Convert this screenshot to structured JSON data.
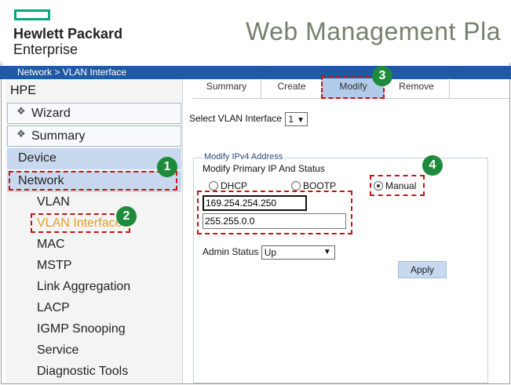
{
  "header": {
    "logo_line1": "Hewlett Packard",
    "logo_line2": "Enterprise",
    "app_title": "Web Management Pla"
  },
  "breadcrumb": "Network > VLAN Interface",
  "sidebar": {
    "root": "HPE",
    "wizard": "Wizard",
    "summary": "Summary",
    "device": "Device",
    "network": "Network",
    "items": [
      "VLAN",
      "VLAN Interface",
      "MAC",
      "MSTP",
      "Link Aggregation",
      "LACP",
      "IGMP Snooping",
      "Service",
      "Diagnostic Tools"
    ]
  },
  "tabs": [
    "Summary",
    "Create",
    "Modify",
    "Remove"
  ],
  "form": {
    "select_label": "Select VLAN Interface",
    "select_value": "1",
    "legend": "Modify IPv4 Address",
    "subtitle": "Modify Primary IP And Status",
    "radio_dhcp": "DHCP",
    "radio_bootp": "BOOTP",
    "radio_manual": "Manual",
    "ip_value": "169.254.254.250",
    "mask_value": "255.255.0.0",
    "admin_label": "Admin Status",
    "admin_value": "Up",
    "apply_label": "Apply"
  },
  "callouts": [
    "1",
    "2",
    "3",
    "4"
  ],
  "colors": {
    "brand_green": "#01a982",
    "crumb_bar": "#1f5aa6",
    "highlight": "#c8d9ef",
    "callout_red": "#cc1111",
    "badge_green": "#1e8a3c",
    "active_link": "#e0a020"
  },
  "icons": {
    "bullet": "diamond-bullet-icon",
    "dropdown": "chevron-down-icon",
    "logo": "hpe-logo-icon"
  }
}
